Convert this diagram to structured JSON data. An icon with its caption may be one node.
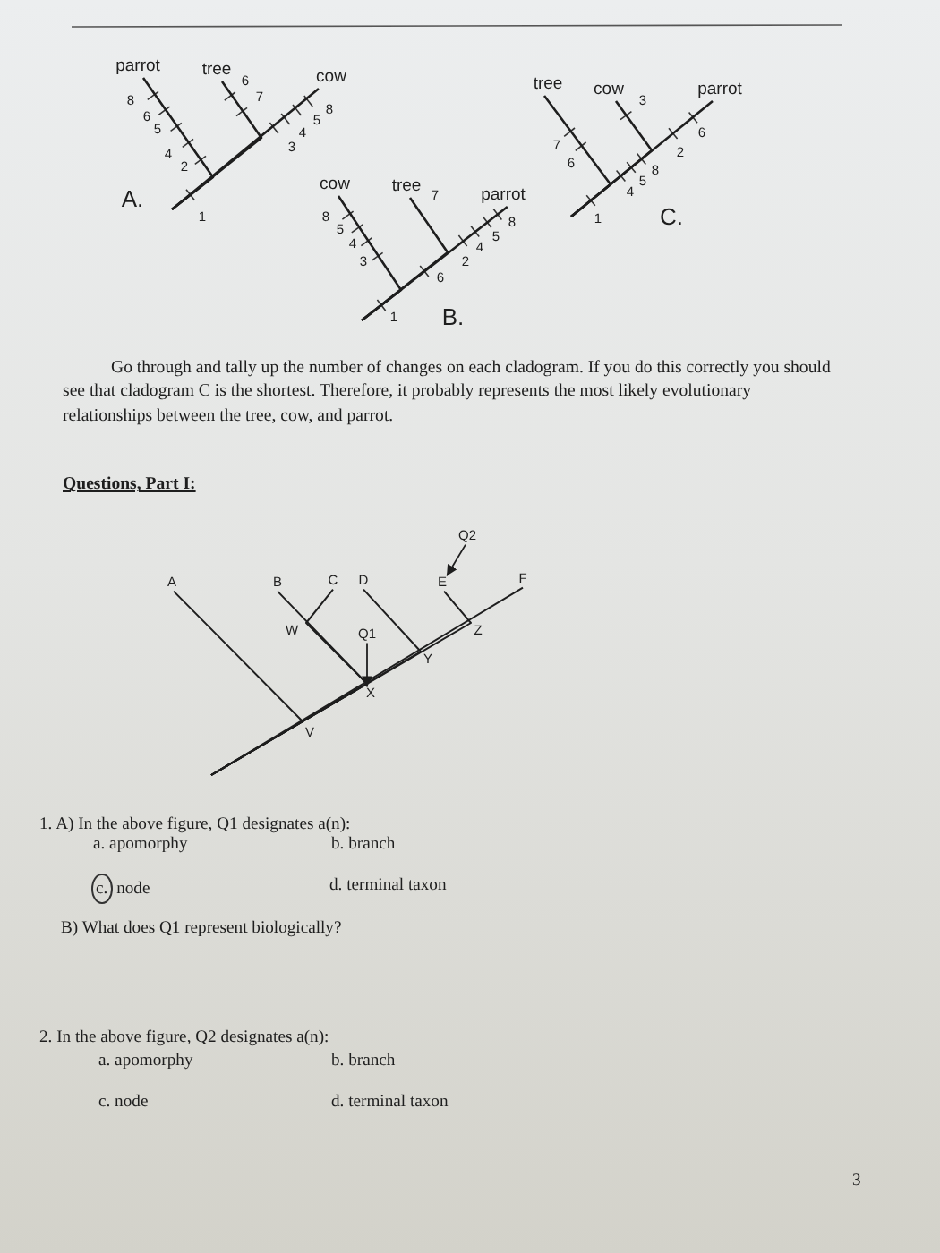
{
  "diagram": {
    "nodes": [
      {
        "text": [
          "parrot"
        ]
      },
      {
        "text": [
          "tree"
        ]
      },
      {
        "text": [
          "cow"
        ]
      },
      {
        "text": [
          "tree"
        ]
      },
      {
        "text": [
          "cow"
        ]
      },
      {
        "text": [
          "parrot"
        ]
      },
      {
        "text": [
          "cow"
        ]
      },
      {
        "text": [
          "tree"
        ]
      },
      {
        "text": [
          "parrot"
        ]
      },
      {
        "text": [
          "Q2"
        ]
      },
      {
        "text": [
          "A"
        ]
      },
      {
        "text": [
          "B"
        ]
      },
      {
        "text": [
          "C"
        ]
      },
      {
        "text": [
          "D"
        ]
      },
      {
        "text": [
          "E"
        ]
      },
      {
        "text": [
          "F"
        ]
      },
      {
        "text": [
          "Q1"
        ]
      },
      {
        "text": [
          "X"
        ]
      }
    ],
    "edges": [
      {
        "from": null,
        "to": 0,
        "arrow": "none"
      },
      {
        "from": null,
        "to": 1,
        "arrow": "none"
      },
      {
        "from": null,
        "to": 2,
        "arrow": "none"
      },
      {
        "from": null,
        "to": 3,
        "arrow": "none"
      },
      {
        "from": null,
        "to": 4,
        "arrow": "none"
      },
      {
        "from": null,
        "to": 5,
        "arrow": "none"
      },
      {
        "from": null,
        "to": 6,
        "arrow": "none"
      },
      {
        "from": null,
        "to": 7,
        "arrow": "none"
      },
      {
        "from": null,
        "to": 8,
        "arrow": "none"
      },
      {
        "from": null,
        "to": 10,
        "arrow": "none"
      },
      {
        "from": null,
        "to": 11,
        "arrow": "none"
      },
      {
        "from": null,
        "to": 12,
        "arrow": "none"
      },
      {
        "from": null,
        "to": 13,
        "arrow": "none"
      },
      {
        "from": null,
        "to": 14,
        "arrow": "none"
      },
      {
        "from": null,
        "to": 15,
        "arrow": "none"
      },
      {
        "from": 16,
        "to": 17,
        "arrow": "to"
      },
      {
        "from": 9,
        "to": 14,
        "arrow": "to"
      }
    ],
    "labels": [
      "8",
      "6",
      "5",
      "4",
      "2",
      "6",
      "7",
      "1",
      "3",
      "4",
      "5",
      "8",
      "A.",
      "7",
      "6",
      "1",
      "4",
      "5",
      "8",
      "3",
      "2",
      "6",
      "C.",
      "8",
      "5",
      "4",
      "3",
      "1",
      "6",
      "7",
      "2",
      "4",
      "5",
      "8",
      "B.",
      "Go through and tally up the number of changes on each cladogram. If you do this correctly you should see that cladogram C is the shortest. Therefore, it probably represents the most likely evolutionary relationships between the tree, cow, and parrot.",
      "Questions, Part I:",
      "W",
      "Z",
      "Y",
      "V",
      "1. A) In the above figure, Q1 designates a(n):",
      "a. apomorphy",
      "b. branch",
      "c. node",
      "d. terminal taxon",
      "B) What does Q1 represent biologically?",
      "2. In the above figure, Q2 designates a(n):",
      "a. apomorphy",
      "b. branch",
      "c. node",
      "d. terminal taxon",
      "3"
    ]
  }
}
